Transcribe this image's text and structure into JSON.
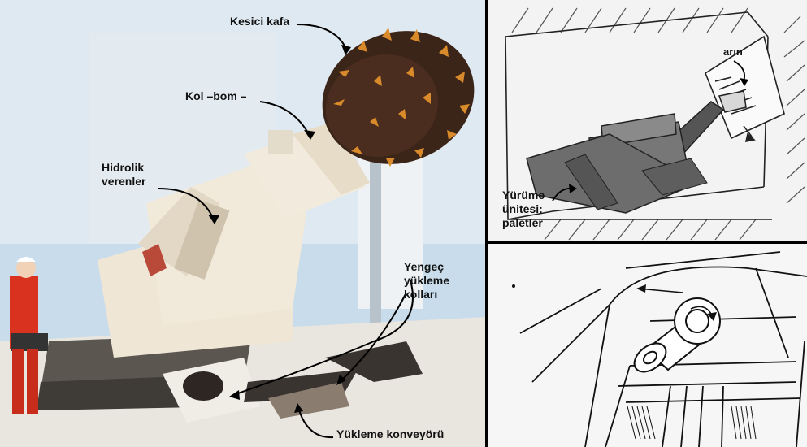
{
  "photo": {
    "labels": {
      "cutter_head": "Kesici kafa",
      "boom": "Kol –bom –",
      "hydraulic": "Hidrolik\nverenler",
      "gathering_arms": "Yengeç\nyükleme\nkolları",
      "conveyor": "Yükleme konveyörü"
    }
  },
  "sketch_top": {
    "labels": {
      "face": "arın",
      "tracks": "Yürüme\nünitesi:\npaletler"
    }
  }
}
